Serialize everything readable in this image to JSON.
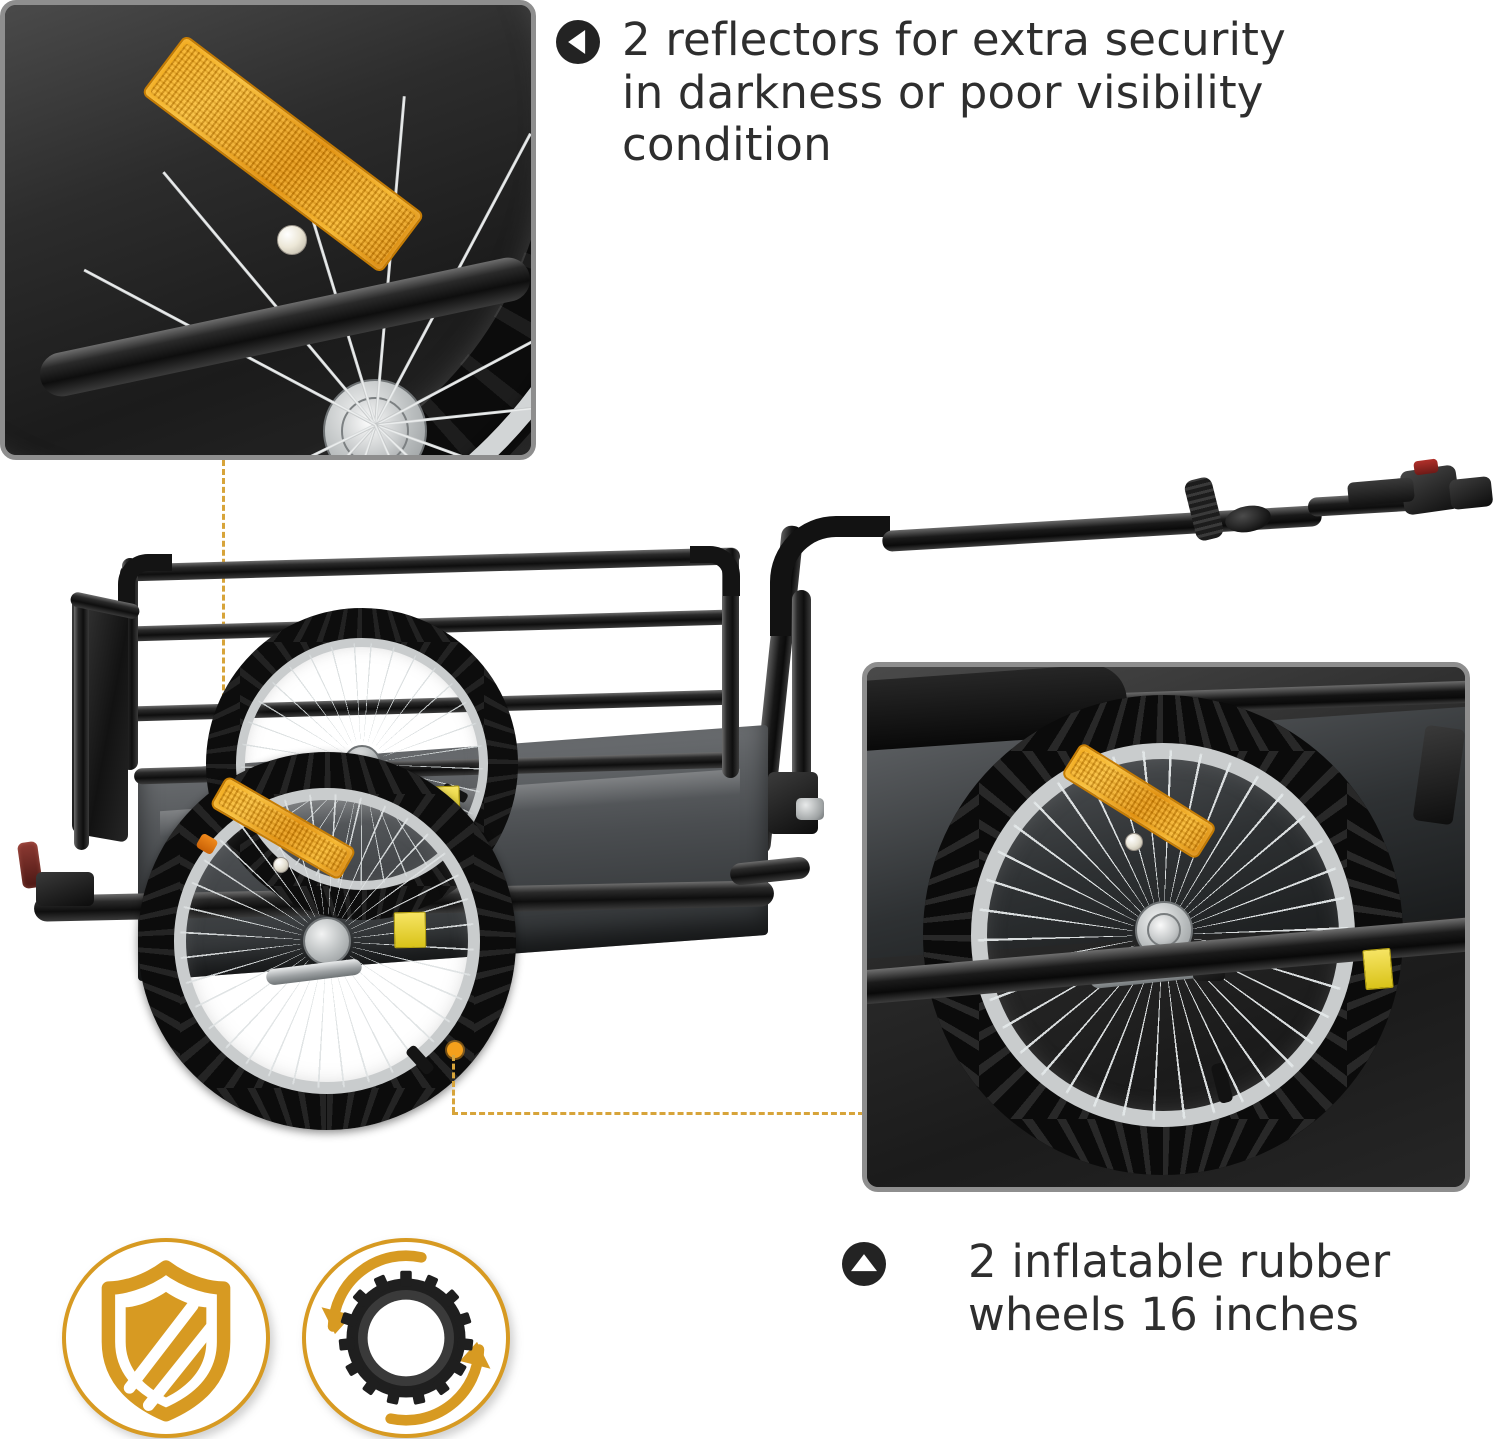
{
  "page": {
    "type": "product-feature-infographic",
    "background_color": "#ffffff",
    "accent_color": "#d79a22",
    "text_color": "#2e2e2e",
    "panel_border_color": "#8e8e8e",
    "connector_color": "#d7a43a"
  },
  "callouts": [
    {
      "id": "reflectors",
      "icon": "chevron-left-icon",
      "icon_direction": "left",
      "text": "2 reflectors for extra security\nin darkness or poor visibility\ncondition"
    },
    {
      "id": "wheels",
      "icon": "chevron-up-icon",
      "icon_direction": "up",
      "text": "2 inflatable rubber\nwheels 16 inches"
    }
  ],
  "panels": [
    {
      "id": "reflector-closeup",
      "alt": "Close-up of amber reflector mounted on bicycle wheel spokes",
      "border_color": "#8e8e8e"
    },
    {
      "id": "wheel-closeup",
      "alt": "Close-up of 16 inch inflatable rubber wheel with aluminum rim, spokes, amber reflector and yellow sticker",
      "border_color": "#8e8e8e"
    }
  ],
  "main_image": {
    "id": "bike-cargo-trailer",
    "alt": "Black bike cargo trailer with tubular frame, two 16 inch wheels, amber reflectors and hitch arm"
  },
  "badges": [
    {
      "id": "security-shield",
      "icon": "shield-icon",
      "color": "#d79a22",
      "meaning": "security"
    },
    {
      "id": "rotating-tire",
      "icon": "tire-rotation-icon",
      "color": "#d79a22",
      "meaning": "inflatable rubber wheel"
    }
  ],
  "connectors": [
    {
      "id": "reflector-connector",
      "shape": "vertical-dashed",
      "color": "#d7a43a",
      "from": "reflector-closeup",
      "to": "main-image-reflector"
    },
    {
      "id": "wheel-connector",
      "shape": "elbow-dashed",
      "color": "#d7a43a",
      "from": "main-image-wheel",
      "to": "wheel-closeup"
    }
  ]
}
